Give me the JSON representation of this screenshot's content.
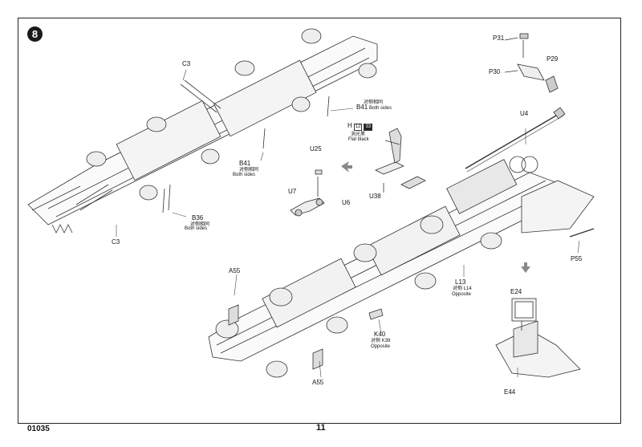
{
  "step": {
    "number": "8"
  },
  "labels": {
    "c3_top": "C3",
    "c3_bottom": "C3",
    "b41_right": "B41",
    "b41_right_cn": "对侧相同",
    "b41_right_en": "Both sides",
    "b41_left": "B41",
    "b41_left_cn": "对侧相同",
    "b41_left_en": "Both sides",
    "b36": "B36",
    "b36_cn": "对侧相同",
    "b36_en": "Both sides",
    "u25": "U25",
    "u7": "U7",
    "u6": "U6",
    "h": "H",
    "h_code1": "12",
    "h_code2": "33",
    "flat_cn": "消光黑",
    "flat_en": "Flat black",
    "u38": "U38",
    "u4": "U4",
    "p31": "P31",
    "p30": "P30",
    "p29": "P29",
    "p55": "P55",
    "l13": "L13",
    "l14_cn": "对侧",
    "l14": "L14",
    "l14_en": "Opposite",
    "a55_top": "A55",
    "a55_bottom": "A55",
    "k40": "K40",
    "k39_cn": "对侧",
    "k39": "K39",
    "k39_en": "Opposite",
    "e24": "E24",
    "e44": "E44"
  },
  "footer": {
    "code": "01035",
    "page": "11"
  }
}
